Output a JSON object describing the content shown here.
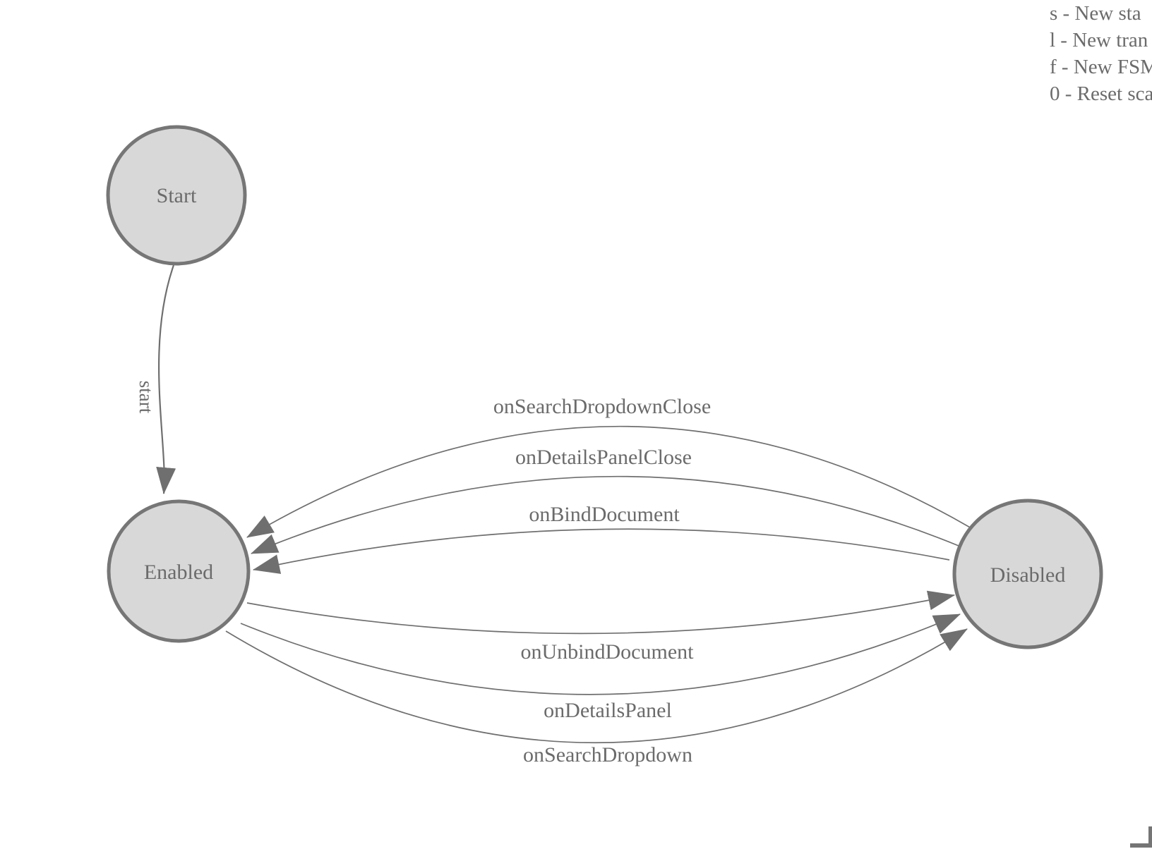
{
  "legend": {
    "lines": [
      "s - New sta",
      "l - New tran",
      "f - New FSM",
      "0 - Reset sca"
    ]
  },
  "diagram": {
    "states": [
      {
        "label": "Start"
      },
      {
        "label": "Enabled"
      },
      {
        "label": "Disabled"
      }
    ],
    "transitions": [
      {
        "label": "start",
        "from": "Start",
        "to": "Enabled"
      },
      {
        "label": "onSearchDropdownClose",
        "from": "Disabled",
        "to": "Enabled"
      },
      {
        "label": "onDetailsPanelClose",
        "from": "Disabled",
        "to": "Enabled"
      },
      {
        "label": "onBindDocument",
        "from": "Disabled",
        "to": "Enabled"
      },
      {
        "label": "onUnbindDocument",
        "from": "Enabled",
        "to": "Disabled"
      },
      {
        "label": "onDetailsPanel",
        "from": "Enabled",
        "to": "Disabled"
      },
      {
        "label": "onSearchDropdown",
        "from": "Enabled",
        "to": "Disabled"
      }
    ],
    "colors": {
      "background": "#ffffff",
      "state_fill": "#d8d8d8",
      "state_stroke": "#767676",
      "edge_stroke": "#6f6f6f",
      "arrow_fill": "#6f6f6f",
      "label_text": "#6b6b6b"
    }
  }
}
